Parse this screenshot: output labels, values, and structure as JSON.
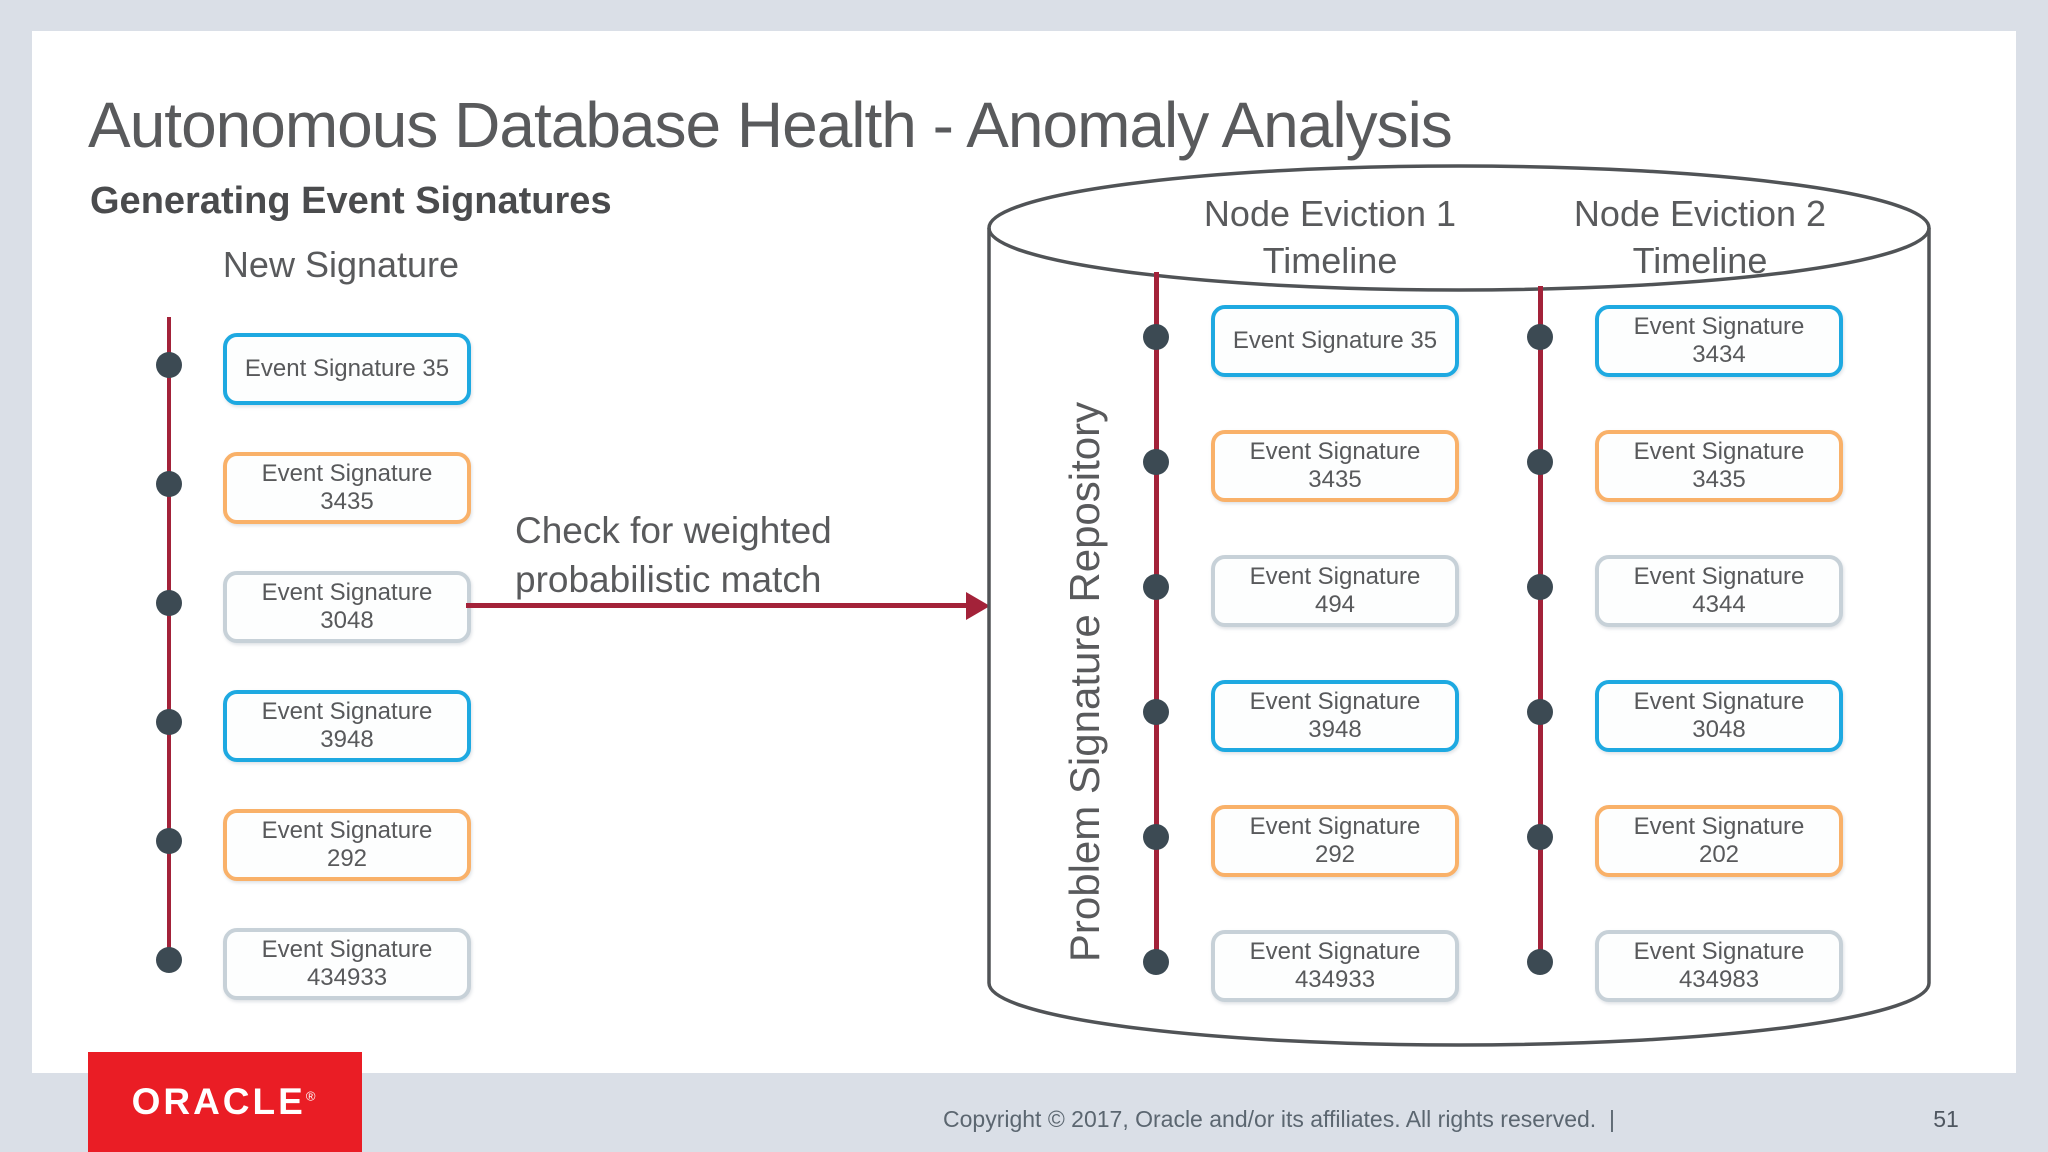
{
  "slide": {
    "title": "Autonomous Database Health - Anomaly Analysis",
    "subtitle": "Generating Event Signatures"
  },
  "new_signature": {
    "label": "New Signature",
    "events": [
      {
        "line1": "Event Signature 35",
        "line2": "",
        "color": "blue"
      },
      {
        "line1": "Event Signature",
        "line2": "3435",
        "color": "orange"
      },
      {
        "line1": "Event Signature",
        "line2": "3048",
        "color": "gray"
      },
      {
        "line1": "Event Signature",
        "line2": "3948",
        "color": "blue"
      },
      {
        "line1": "Event Signature",
        "line2": "292",
        "color": "orange"
      },
      {
        "line1": "Event Signature",
        "line2": "434933",
        "color": "gray"
      }
    ]
  },
  "match_note": {
    "line1": "Check for weighted",
    "line2": "probabilistic match"
  },
  "repository": {
    "label": "Problem Signature Repository",
    "timelines": [
      {
        "title_line1": "Node Eviction 1",
        "title_line2": "Timeline",
        "events": [
          {
            "line1": "Event Signature 35",
            "line2": "",
            "color": "blue"
          },
          {
            "line1": "Event Signature",
            "line2": "3435",
            "color": "orange"
          },
          {
            "line1": "Event Signature",
            "line2": "494",
            "color": "gray"
          },
          {
            "line1": "Event Signature",
            "line2": "3948",
            "color": "blue"
          },
          {
            "line1": "Event Signature",
            "line2": "292",
            "color": "orange"
          },
          {
            "line1": "Event Signature",
            "line2": "434933",
            "color": "gray"
          }
        ]
      },
      {
        "title_line1": "Node Eviction 2",
        "title_line2": "Timeline",
        "events": [
          {
            "line1": "Event Signature",
            "line2": "3434",
            "color": "blue"
          },
          {
            "line1": "Event Signature",
            "line2": "3435",
            "color": "orange"
          },
          {
            "line1": "Event Signature",
            "line2": "4344",
            "color": "gray"
          },
          {
            "line1": "Event Signature",
            "line2": "3048",
            "color": "blue"
          },
          {
            "line1": "Event Signature",
            "line2": "202",
            "color": "orange"
          },
          {
            "line1": "Event Signature",
            "line2": "434983",
            "color": "gray"
          }
        ]
      }
    ]
  },
  "footer": {
    "logo_text": "ORACLE",
    "logo_mark": "®",
    "copyright": "Copyright © 2017, Oracle and/or its affiliates. All rights reserved.  |",
    "page_number": "51"
  },
  "colors": {
    "blue": "#1ea9e1",
    "orange": "#f9b169",
    "gray": "#c7d1d8",
    "timeline_red": "#a32239",
    "dot_slate": "#3c4a53",
    "oracle_red": "#ea1d25",
    "text_gray": "#595a5c"
  }
}
